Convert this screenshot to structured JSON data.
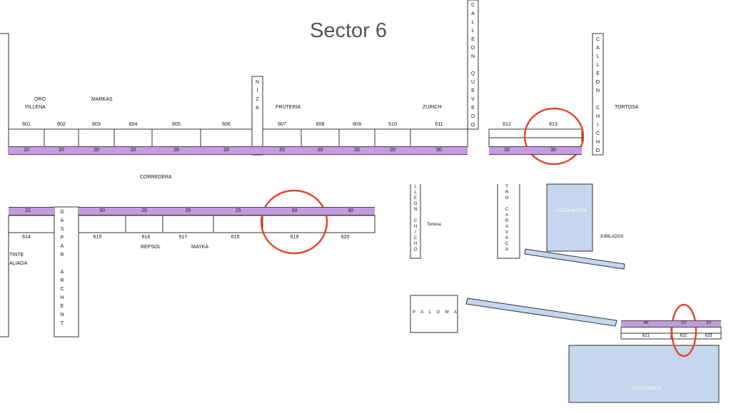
{
  "title": "Sector 6",
  "colors": {
    "parking": "#c59be0",
    "plaza": "#c5d6ef",
    "highlight": "#e2492c"
  },
  "shops": {
    "oro": "ORO",
    "villena": "VILLENA",
    "markas": "MARKAS",
    "fruteria": "FRUTERIA",
    "zurich": "ZURICH",
    "tortosa_top": "TORTOSA",
    "corredera": "CORREDERA",
    "repsol": "REPSOL",
    "mayka": "MAYKA",
    "tinte": "TINTE",
    "aliaga": "ALIAGA",
    "tortosa_mid": "Tortosa",
    "jubilados": "JUBILADOS",
    "plaza_mayor": "PLAZA MAYOR",
    "plaza_rollo": "PLAZA ROLLO"
  },
  "streets": {
    "niza": [
      "N",
      "I",
      "Z",
      "A"
    ],
    "calleon_quevedo": [
      "C",
      "A",
      "L",
      "L",
      "E",
      "O",
      "N",
      "",
      "Q",
      "U",
      "E",
      "V",
      "E",
      "D",
      "O"
    ],
    "calleon_chicho": [
      "C",
      "A",
      "L",
      "L",
      "E",
      "O",
      "N",
      "",
      "C",
      "H",
      "I",
      "C",
      "H",
      "O"
    ],
    "gaspar_archent": [
      "G",
      "A",
      "S",
      "P",
      "A",
      "R",
      "",
      "A",
      "R",
      "C",
      "H",
      "E",
      "N",
      "T"
    ],
    "lleon_chicho": [
      "L",
      "L",
      "E",
      "O",
      "N",
      "",
      "C",
      "H",
      "I",
      "C",
      "H",
      "O"
    ],
    "tro_caravaca": [
      "T",
      "R",
      "O",
      "",
      "C",
      "A",
      "R",
      "A",
      "V",
      "A",
      "C",
      "A"
    ],
    "paloma": "P A L O M A"
  },
  "row1": {
    "spots": [
      "601",
      "602",
      "603",
      "604",
      "605",
      "606",
      "607",
      "608",
      "609",
      "610",
      "611"
    ],
    "capacities": [
      "20",
      "20",
      "20",
      "20",
      "20",
      "20",
      "20",
      "20",
      "20",
      "20",
      "50"
    ]
  },
  "row1b": {
    "spots": [
      "612",
      "613"
    ],
    "capacities": [
      "20",
      "30"
    ]
  },
  "row2": {
    "first_spot": "614",
    "first_capacity": "22",
    "spots": [
      "615",
      "616",
      "617",
      "618",
      "619",
      "620"
    ],
    "capacities": [
      "30",
      "20",
      "25",
      "25",
      "50",
      "30"
    ]
  },
  "row3": {
    "spots": [
      "621",
      "622",
      "623"
    ],
    "capacities": [
      "40",
      "20",
      "20"
    ]
  },
  "highlighted_spots": [
    "613",
    "619",
    "622"
  ]
}
